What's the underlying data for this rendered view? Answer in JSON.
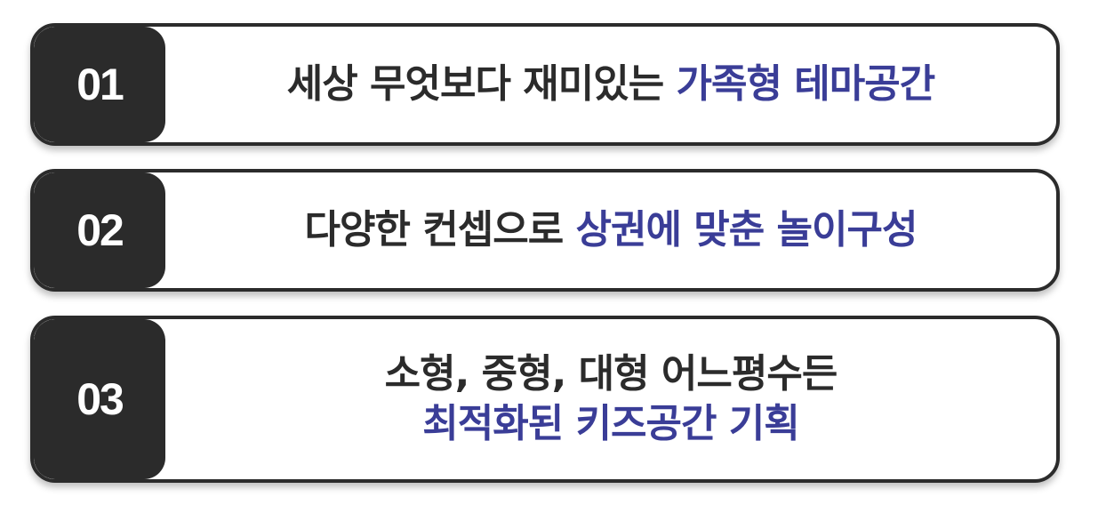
{
  "items": [
    {
      "number": "01",
      "text_plain": "세상 무엇보다 재미있는 ",
      "text_accent": "가족형 테마공간"
    },
    {
      "number": "02",
      "text_plain": "다양한 컨셉으로 ",
      "text_accent": "상권에 맞춘 놀이구성"
    },
    {
      "number": "03",
      "line1": "소형, 중형, 대형 어느평수든",
      "line2_accent": "최적화된 키즈공간 기획"
    }
  ],
  "colors": {
    "dark": "#2b2b2b",
    "accent": "#3a3d97",
    "background": "#ffffff"
  }
}
